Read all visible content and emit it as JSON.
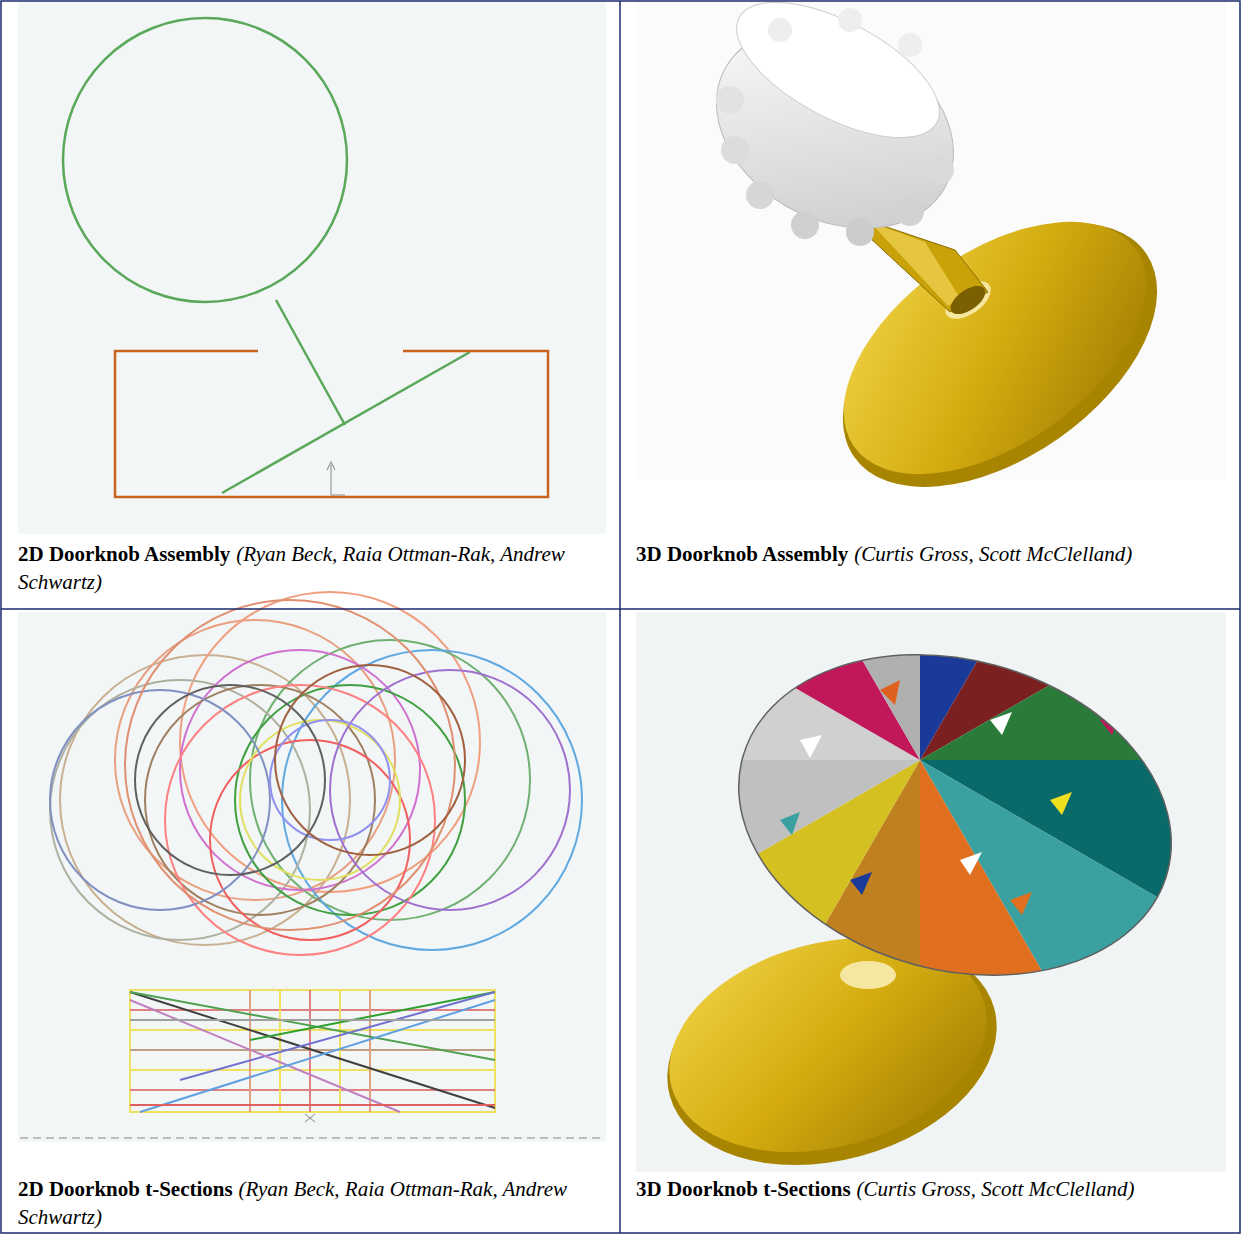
{
  "diagram": {
    "nodes": [
      {
        "text": [
          "2D Doorknob Assembly",
          "(Ryan Beck, Raia Ottman-Rak, Andrew Schwartz)"
        ]
      },
      {
        "text": [
          "3D Doorknob Assembly",
          "(Curtis Gross, Scott McClelland)"
        ]
      },
      {
        "text": [
          "2D Doorknob t-Sections",
          "(Ryan Beck, Raia Ottman-Rak, Andrew Schwartz)"
        ]
      },
      {
        "text": [
          "3D Doorknob t-Sections",
          "(Curtis Gross, Scott McClelland)"
        ]
      }
    ]
  }
}
